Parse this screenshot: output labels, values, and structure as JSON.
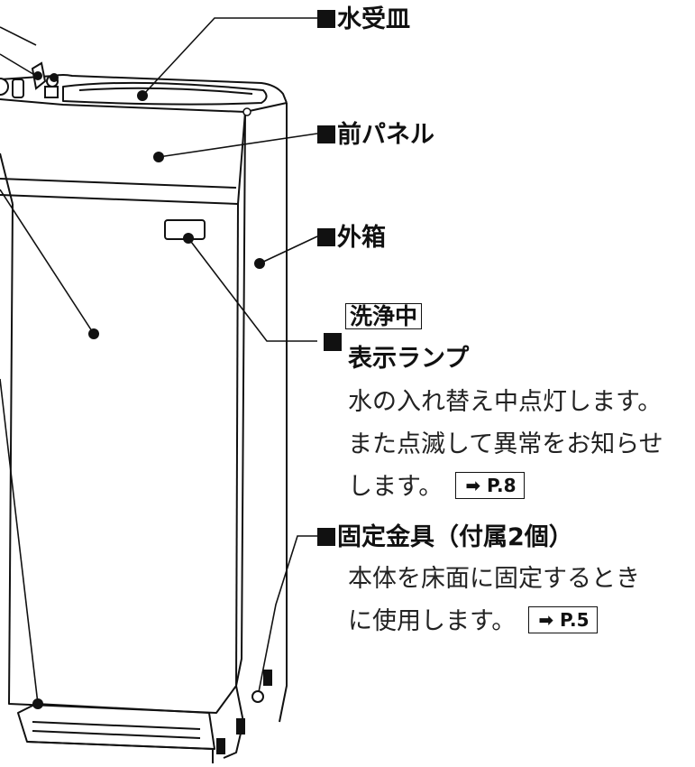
{
  "labels": {
    "drip_tray": "水受皿",
    "front_panel": "前パネル",
    "outer_case": "外箱",
    "cleaning_tag": "洗浄中",
    "indicator_lamp": "表示ランプ",
    "indicator_desc_1": "水の入れ替え中点灯します。",
    "indicator_desc_2": "また点滅して異常をお知らせ",
    "indicator_desc_3": "します。",
    "indicator_ref": "➡ P.8",
    "bracket": "固定金具（付属2個）",
    "bracket_desc_1": "本体を床面に固定するとき",
    "bracket_desc_2": "に使用します。",
    "bracket_ref": "➡ P.5"
  },
  "colors": {
    "line": "#111111",
    "background": "#ffffff"
  }
}
